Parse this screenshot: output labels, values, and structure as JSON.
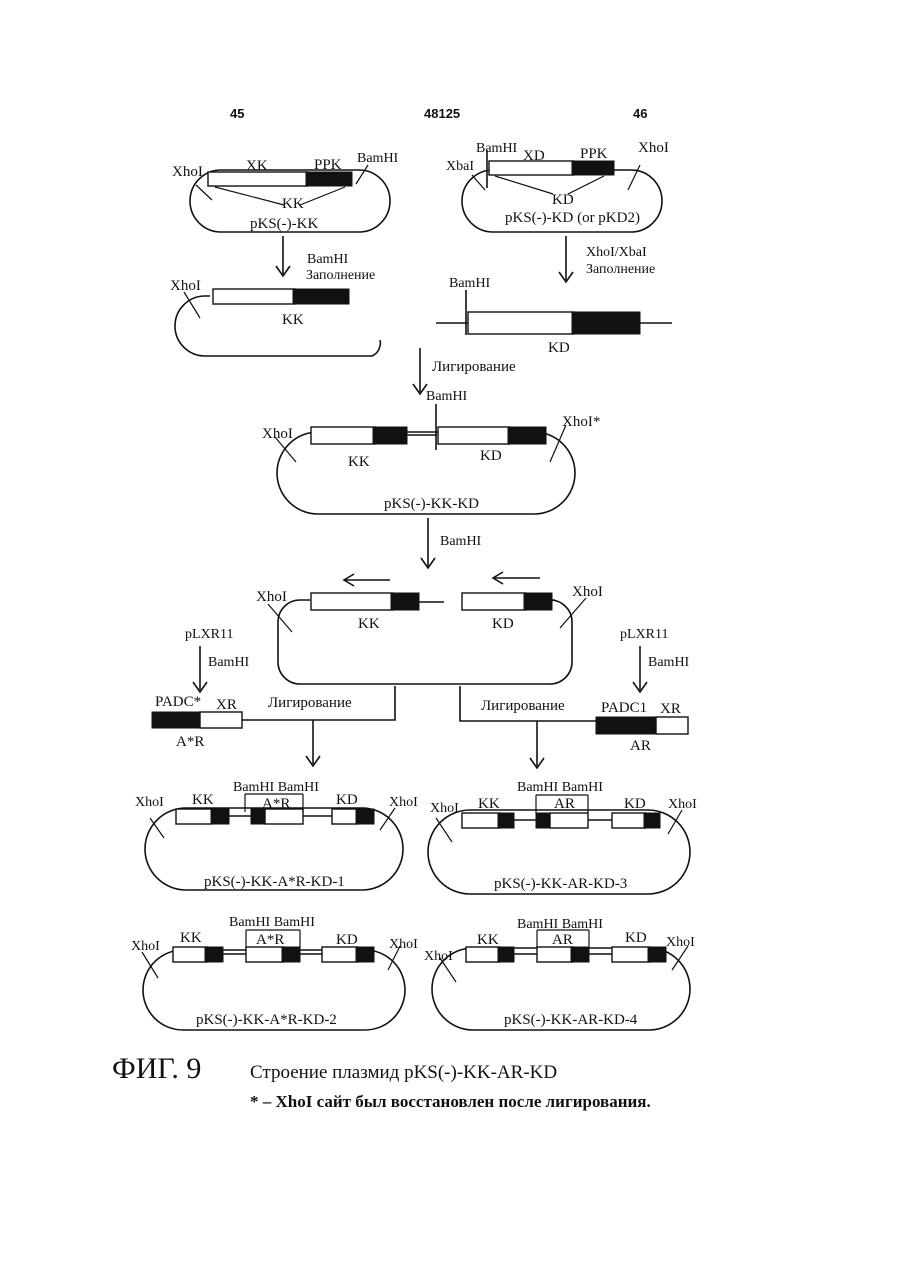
{
  "header": {
    "left_page": "45",
    "center_number": "48125",
    "right_page": "46"
  },
  "step1_left": {
    "site_left": "XhoI",
    "gene_top": "XK",
    "promoter": "PPK",
    "site_right": "BamHI",
    "gene_bottom": "KK",
    "plasmid": "pKS(-)-KK"
  },
  "step1_right": {
    "site_top": "BamHI",
    "site_left": "XbaI",
    "gene_top": "XD",
    "promoter": "PPK",
    "site_right": "XhoI",
    "gene_bottom": "KD",
    "plasmid": "pKS(-)-KD (or pKD2)"
  },
  "step2_left": {
    "enzyme": "BamHI",
    "action": "Заполнение",
    "site": "XhoI",
    "gene": "KK"
  },
  "step2_right": {
    "enzyme": "XhoI/XbaI",
    "action": "Заполнение",
    "site": "BamHI",
    "gene": "KD"
  },
  "ligation1": "Лигирование",
  "step3": {
    "site_top": "BamHI",
    "site_left": "XhoI",
    "site_right": "XhoI*",
    "gene_left": "KK",
    "gene_right": "KD",
    "plasmid": "pKS(-)-KK-KD"
  },
  "digest2": "BamHI",
  "step4": {
    "site_left": "XhoI",
    "site_right": "XhoI",
    "gene_left": "KK",
    "gene_right": "KD"
  },
  "insert_left": {
    "source": "pLXR11",
    "enzyme": "BamHI",
    "promoter": "PADC*",
    "gene_top": "XR",
    "gene_bottom": "A*R",
    "ligation": "Лигирование"
  },
  "insert_right": {
    "source": "pLXR11",
    "enzyme": "BamHI",
    "promoter": "PADC1",
    "gene_top": "XR",
    "gene_bottom": "AR",
    "ligation": "Лигирование"
  },
  "product1": {
    "site_left": "XhoI",
    "gene1": "KK",
    "sites_mid": "BamHI BamHI",
    "gene2": "A*R",
    "gene3": "KD",
    "site_right": "XhoI",
    "plasmid": "pKS(-)-KK-A*R-KD-1"
  },
  "product3": {
    "site_left": "XhoI",
    "gene1": "KK",
    "sites_mid": "BamHI BamHI",
    "gene2": "AR",
    "gene3": "KD",
    "site_right": "XhoI",
    "plasmid": "pKS(-)-KK-AR-KD-3"
  },
  "product2": {
    "site_left": "XhoI",
    "gene1": "KK",
    "sites_mid": "BamHI BamHI",
    "gene2": "A*R",
    "gene3": "KD",
    "site_right": "XhoI",
    "plasmid": "pKS(-)-KK-A*R-KD-2"
  },
  "product4": {
    "site_left": "XhoI",
    "gene1": "KK",
    "sites_mid": "BamHI BamHI",
    "gene2": "AR",
    "gene3": "KD",
    "site_right": "XhoI",
    "plasmid": "pKS(-)-KK-AR-KD-4"
  },
  "caption": {
    "fig": "ФИГ. 9",
    "title": "Строение плазмид pKS(-)-KK-AR-KD",
    "note": "* – XhoI сайт был восстановлен после лигирования."
  }
}
